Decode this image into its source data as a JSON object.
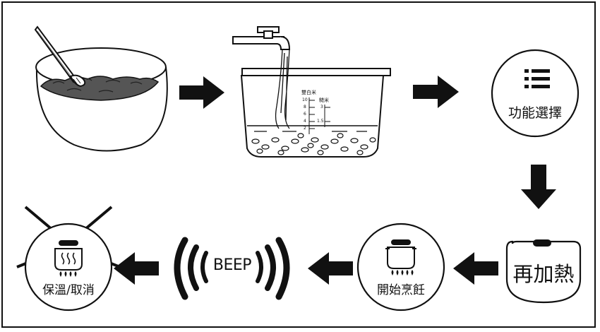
{
  "steps": {
    "select_function": {
      "label": "功能選擇",
      "icon": "list-icon"
    },
    "reheat": {
      "label": "再加熱",
      "icon": "reheat-button-icon"
    },
    "start_cooking": {
      "label": "開始烹飪",
      "icon": "pot-on-flame-icon"
    },
    "beep": {
      "label": "BEEP",
      "icon": "sound-waves-icon"
    },
    "keep_warm_cancel": {
      "label": "保溫/取消",
      "icon": "keep-warm-icon"
    }
  },
  "cup_scale": {
    "left_label": "雙白米",
    "right_label": "糙米",
    "left_ticks": [
      "10",
      "8",
      "6",
      "4",
      "2"
    ],
    "right_ticks": [
      "3",
      "1.5"
    ]
  },
  "colors": {
    "ink": "#111111",
    "food": "#555555",
    "background": "#ffffff"
  }
}
